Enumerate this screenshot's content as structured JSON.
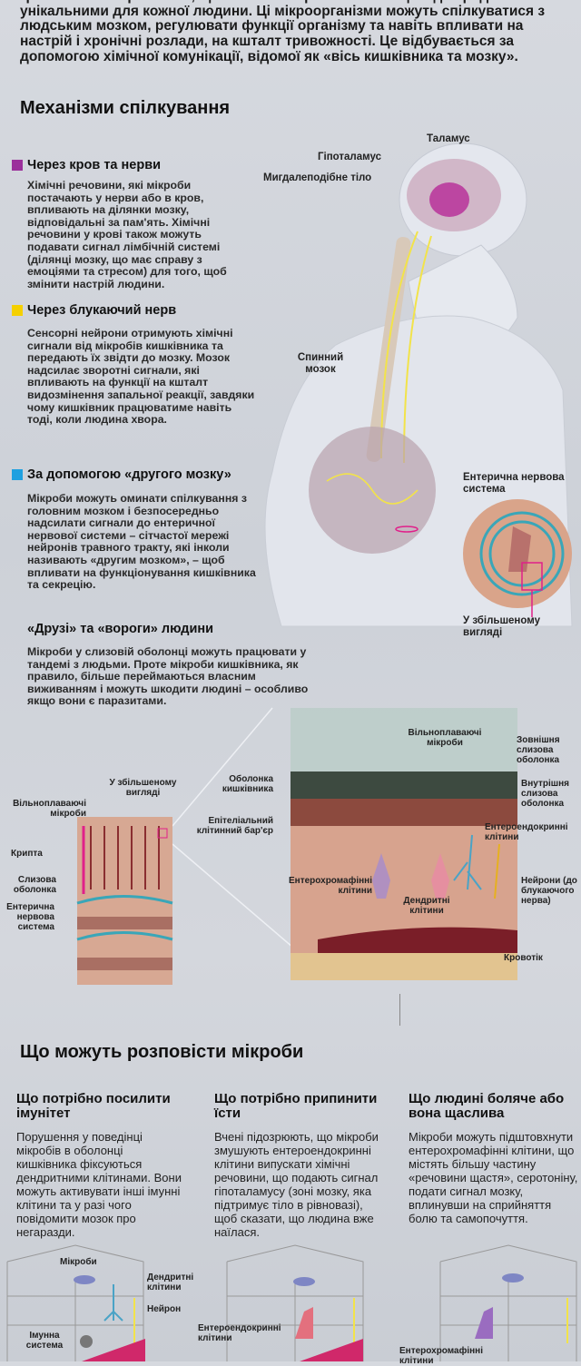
{
  "intro": {
    "text": "грибків та найпростіших, що починають розвиватися ще від народження та є унікальними для кожної людини. Ці мікроорганізми можуть спілкуватися з людським мозком, регулювати функції організму та навіть впливати на настрій і хронічні розлади, на кшталт тривожності. Це відбувається за допомогою хімічної комунікації, відомої як «вісь кишківника та мозку»."
  },
  "mechanisms": {
    "title": "Механізми спілкування",
    "items": [
      {
        "title": "Через кров та нерви",
        "color": "#9b2f9b",
        "text": "Хімічні речовини, які мікроби постачають у нерви або в кров, впливають на ділянки мозку, відповідальні за пам'ять. Хімічні речовини у крові також можуть подавати сигнал лімбічній системі (ділянці мозку, що має справу з емоціями та стресом) для того, щоб змінити настрій людини."
      },
      {
        "title": "Через блукаючий нерв",
        "color": "#f5d000",
        "text": "Сенсорні нейрони отримують хімічні сигнали від мікробів кишківника та передають їх звідти до мозку. Мозок надсилає зворотні сигнали, які впливають на функції на кшталт видозмінення запальної реакції, завдяки чому кишківник працюватиме навіть тоді, коли людина хвора."
      },
      {
        "title": "За допомогою «другого мозку»",
        "color": "#1ea0e0",
        "text": "Мікроби можуть оминати спілкування з головним мозком і безпосередньо надсилати сигнали до ентеричної нервової системи – сітчастої мережі нейронів травного тракту, які інколи називають «другим мозком», – щоб впливати на функціонування кишківника та секрецію."
      }
    ],
    "body_labels": {
      "thalamus": "Таламус",
      "hypothalamus": "Гіпоталамус",
      "amygdala": "Мигдалеподібне тіло",
      "spinal_cord": "Спинний мозок",
      "enteric": "Ентерична нервова система",
      "zoomed": "У збільшеному вигляді"
    }
  },
  "friends": {
    "title": "«Друзі» та «вороги» людини",
    "text": "Мікроби у слизовій оболонці можуть працювати у тандемі з людьми. Проте мікроби кишківника, як правило, більше переймаються власним виживанням і можуть шкодити людині – особливо якщо вони є паразитами.",
    "small_block_labels": {
      "zoomed": "У збільшеному вигляді",
      "free_microbes": "Вільноплаваючі мікроби",
      "crypt": "Крипта",
      "mucosa": "Слизова оболонка",
      "enteric": "Ентерична нервова система"
    },
    "big_block_labels": {
      "free_microbes": "Вільноплаваючі мікроби",
      "outer_mucus": "Зовнішня слизова оболонка",
      "gut_lining": "Оболонка кишківника",
      "inner_mucus": "Внутрішня слизова оболонка",
      "epithelial": "Епітеліальний клітинний бар'єр",
      "enteroendocrine": "Ентероендокринні клітини",
      "enterochromaffin": "Ентерохромафінні клітини",
      "neurons": "Нейрони (до блукаючого нерва)",
      "dendritic": "Дендритні клітини",
      "blood": "Кровотік"
    }
  },
  "tell": {
    "title": "Що можуть розповісти мікроби",
    "columns": [
      {
        "title": "Що потрібно посилити імунітет",
        "text": "Порушення у поведінці мікробів в оболонці кишківника фіксуються дендритними клітинами. Вони можуть активувати інші імунні клітини та у разі чого повідомити мозок про негаразди."
      },
      {
        "title": "Що потрібно припинити їсти",
        "text": "Вчені підозрюють, що мікроби змушують ентероендокринні клітини випускати хімічні речовини, що подають сигнал гіпоталамусу (зоні мозку, яка підтримує тіло в рівновазі), щоб сказати, що людина вже наїлася."
      },
      {
        "title": "Що людині боляче або вона щаслива",
        "text": "Мікроби можуть підштовхнути ентерохромафінні клітини, що містять більшу частину «речовини щастя», серотоніну, подати сигнал мозку, вплинувши на сприйняття болю та самопочуття."
      }
    ],
    "diagram_labels": {
      "microbes": "Мікроби",
      "dendritic": "Дендритні клітини",
      "neuron": "Нейрон",
      "immune": "Імунна система",
      "enteroendocrine": "Ентероендокринні клітини",
      "enterochromaffin": "Ентерохромафінні клітини"
    }
  }
}
